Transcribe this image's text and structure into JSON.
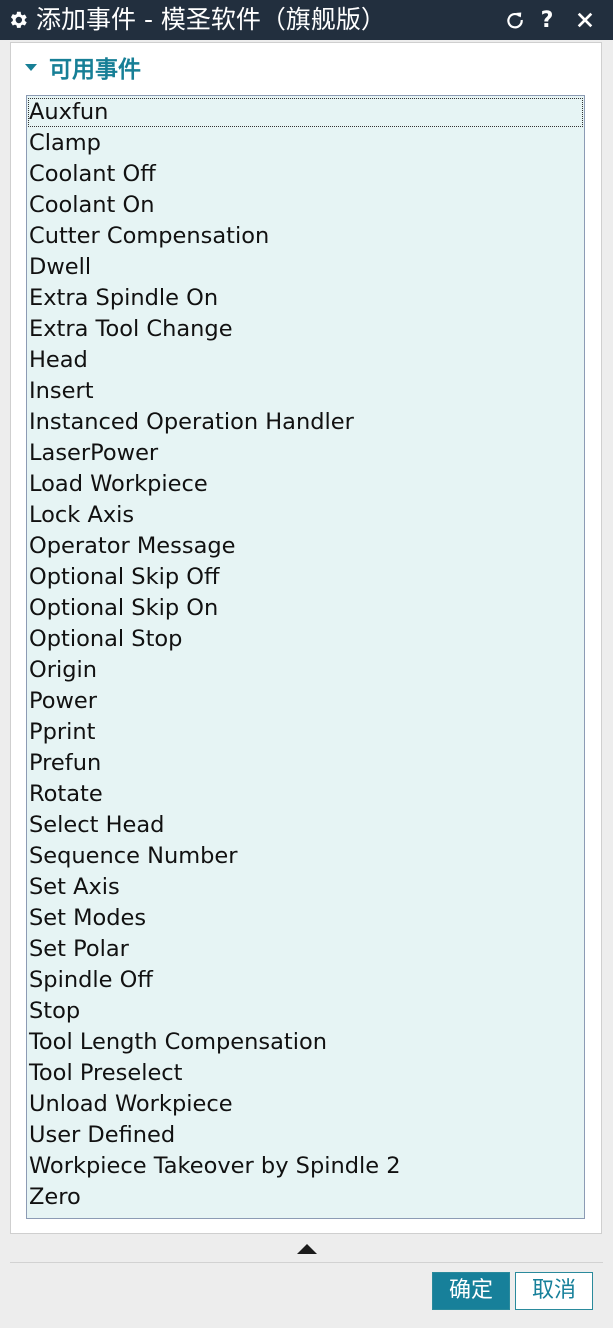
{
  "titlebar": {
    "title": "添加事件 - 模圣软件（旗舰版）",
    "icons": {
      "app": "gear-icon",
      "reset": "refresh-icon",
      "help": "help-icon",
      "close": "close-icon"
    },
    "help_label": "?"
  },
  "section": {
    "title": "可用事件",
    "icon": "triangle-down-icon"
  },
  "event_list": {
    "selected_index": 0,
    "items": [
      "Auxfun",
      "Clamp",
      "Coolant Off",
      "Coolant On",
      "Cutter Compensation",
      "Dwell",
      "Extra Spindle On",
      "Extra Tool Change",
      "Head",
      "Insert",
      "Instanced Operation Handler",
      "LaserPower",
      "Load Workpiece",
      "Lock Axis",
      "Operator Message",
      "Optional Skip Off",
      "Optional Skip On",
      "Optional Stop",
      "Origin",
      "Power",
      "Pprint",
      "Prefun",
      "Rotate",
      "Select Head",
      "Sequence Number",
      "Set Axis",
      "Set Modes",
      "Set Polar",
      "Spindle Off",
      "Stop",
      "Tool Length Compensation",
      "Tool Preselect",
      "Unload Workpiece",
      "User Defined",
      "Workpiece Takeover by Spindle 2",
      "Zero"
    ]
  },
  "footer": {
    "collapse_icon": "triangle-up-icon",
    "ok_label": "确定",
    "cancel_label": "取消"
  },
  "colors": {
    "titlebar": "#222f3e",
    "accent": "#177f96",
    "list_background": "#e6f4f4"
  }
}
